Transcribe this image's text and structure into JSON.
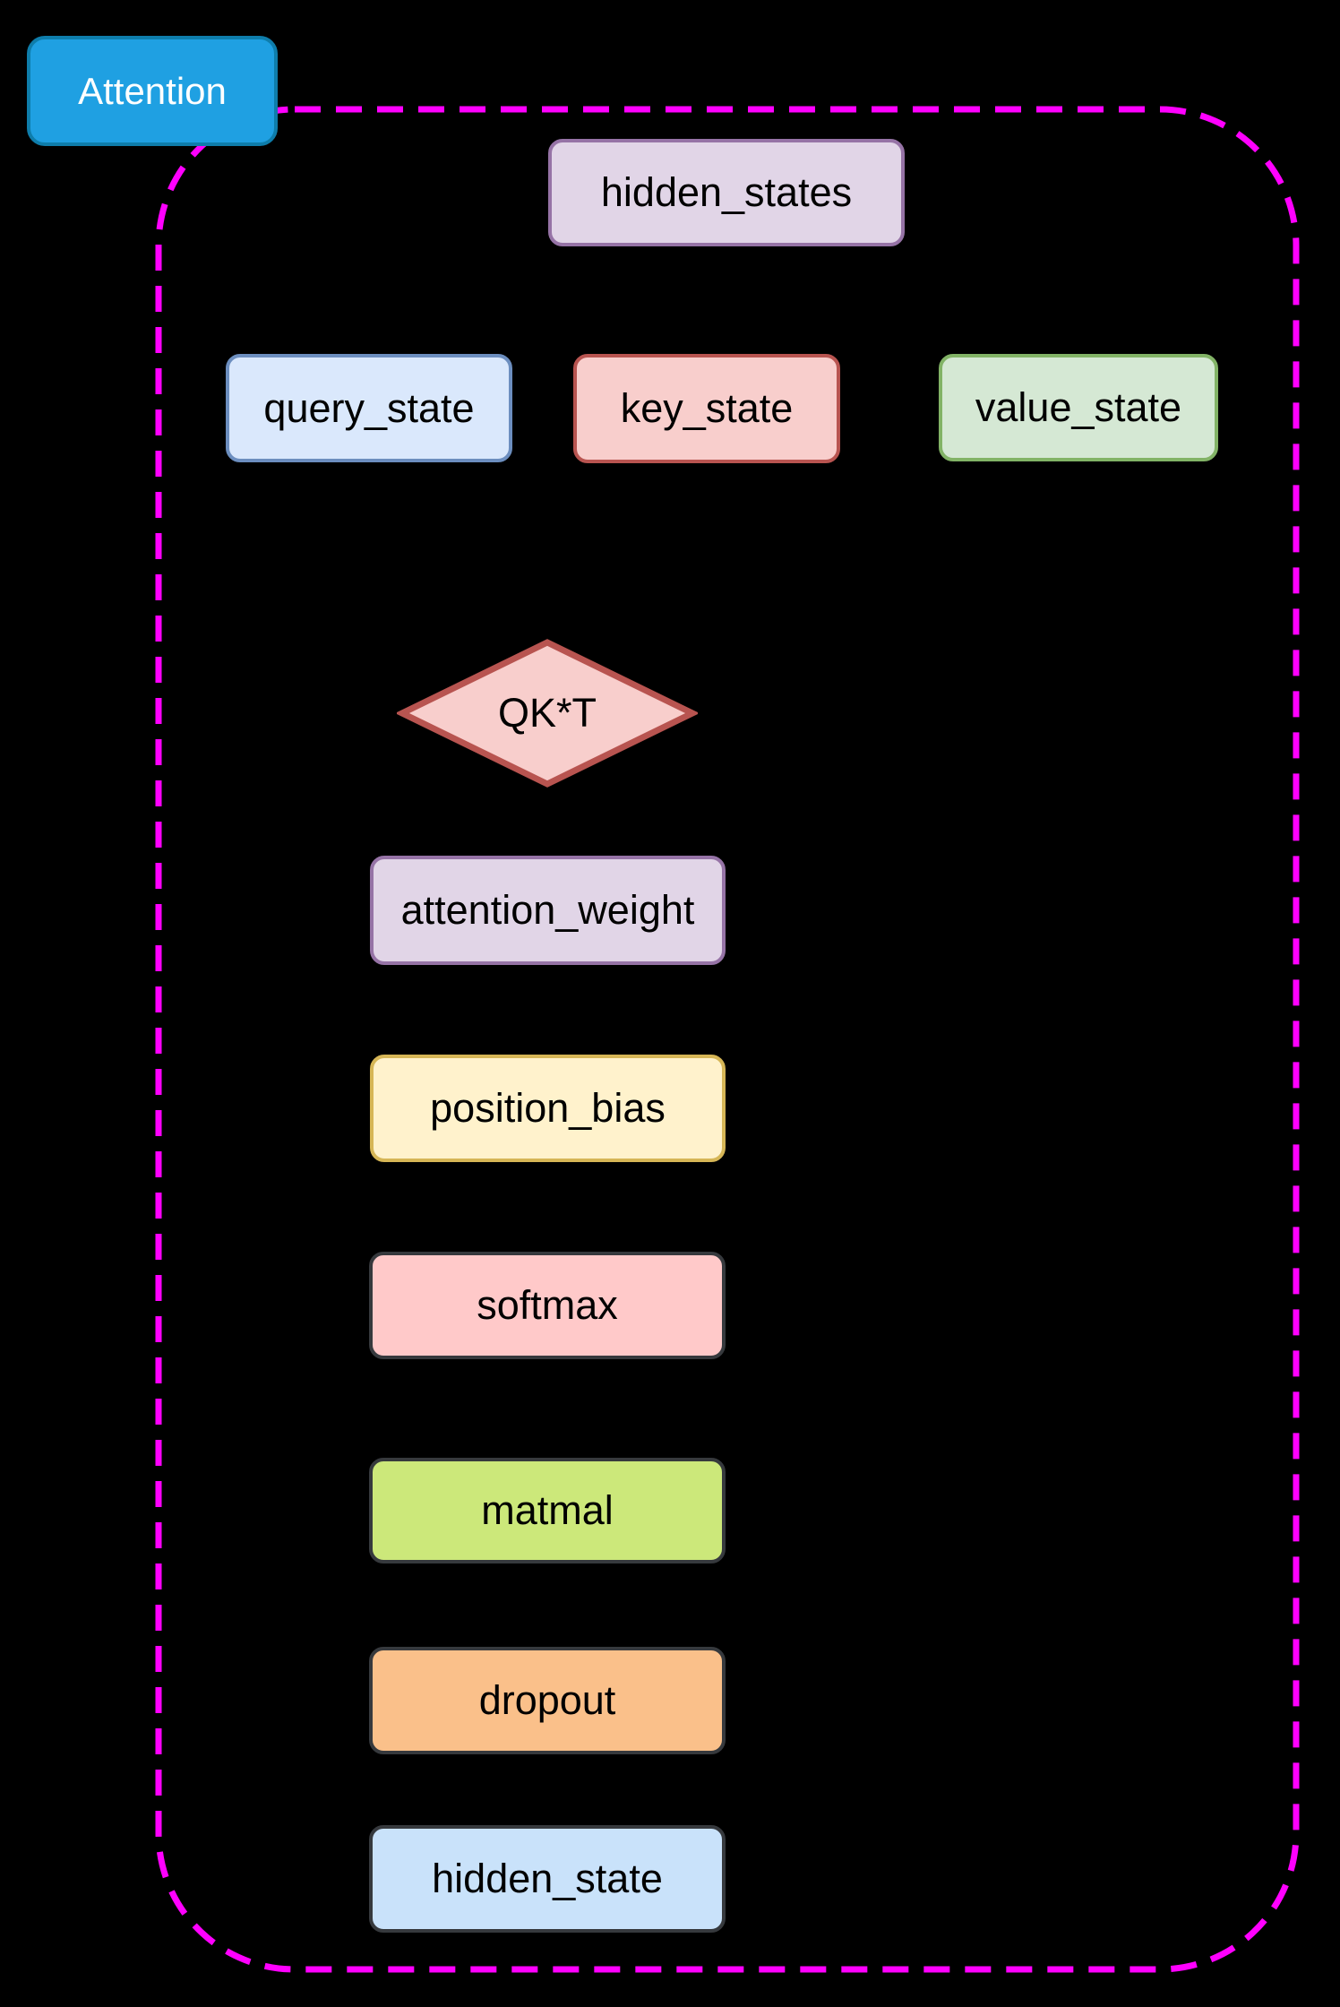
{
  "diagram": {
    "background_color": "#000000",
    "frame": {
      "name": "attention-module-boundary",
      "color": "#FF00FF",
      "style": "dashed"
    },
    "title": {
      "label": "Attention",
      "fill": "#1FA0E2",
      "border": "#0E7DAB",
      "text_color": "#FFFFFF"
    },
    "nodes": {
      "hidden_states": {
        "label": "hidden_states",
        "shape": "rounded-rect",
        "fill": "#E1D5E7",
        "border": "#9673A6"
      },
      "query_state": {
        "label": "query_state",
        "shape": "rounded-rect",
        "fill": "#DAE8FC",
        "border": "#6C8EBF"
      },
      "key_state": {
        "label": "key_state",
        "shape": "rounded-rect",
        "fill": "#F8CECC",
        "border": "#B85450"
      },
      "value_state": {
        "label": "value_state",
        "shape": "rounded-rect",
        "fill": "#D5E8D4",
        "border": "#82B366"
      },
      "qkt": {
        "label": "QK*T",
        "shape": "diamond",
        "fill": "#F8CECC",
        "border": "#B85450"
      },
      "attention_weight": {
        "label": "attention_weight",
        "shape": "rounded-rect",
        "fill": "#E1D5E7",
        "border": "#9673A6"
      },
      "position_bias": {
        "label": "position_bias",
        "shape": "rounded-rect",
        "fill": "#FFF2CC",
        "border": "#D6B656"
      },
      "softmax": {
        "label": "softmax",
        "shape": "rounded-rect",
        "fill": "#FFC9C9",
        "border": "#36393D"
      },
      "matmal": {
        "label": "matmal",
        "shape": "rounded-rect",
        "fill": "#CCE87A",
        "border": "#36393D"
      },
      "dropout": {
        "label": "dropout",
        "shape": "rounded-rect",
        "fill": "#FAC08A",
        "border": "#36393D"
      },
      "hidden_state": {
        "label": "hidden_state",
        "shape": "rounded-rect",
        "fill": "#C9E2FA",
        "border": "#36393D"
      }
    }
  }
}
